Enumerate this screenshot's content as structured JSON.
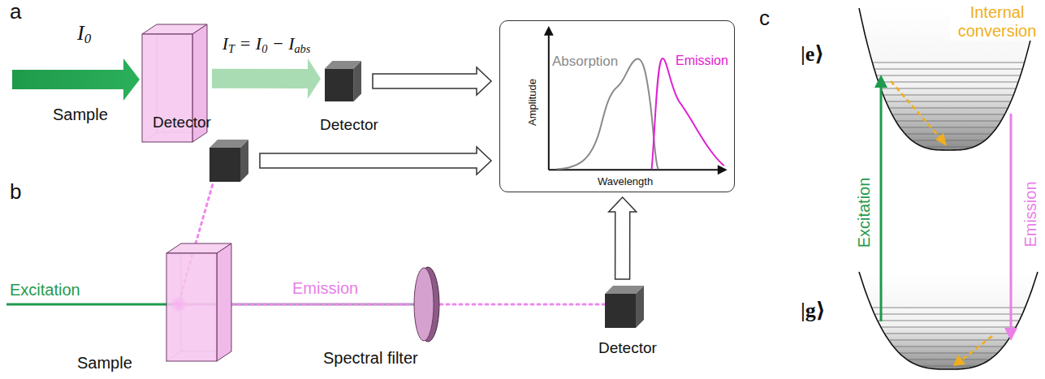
{
  "diagram": {
    "nodes": [
      {
        "text": [
          "Sample"
        ]
      },
      {
        "text": [
          "Detector"
        ]
      },
      {
        "text": [
          "Absorption",
          "Emission",
          "Amplitude",
          "Wavelength"
        ]
      },
      {
        "text": [
          "Detector"
        ]
      },
      {
        "text": [
          "Sample"
        ]
      },
      {
        "text": [
          "Spectral filter"
        ]
      },
      {
        "text": [
          "Detector"
        ]
      }
    ],
    "edges": [
      {
        "from": 0,
        "to": 1,
        "arrow": "to",
        "label": "IT = I0 − Iabs"
      },
      {
        "from": 1,
        "to": 2,
        "arrow": "to"
      },
      {
        "from": 3,
        "to": 2,
        "arrow": "to"
      },
      {
        "from": 4,
        "to": 3,
        "arrow": "none"
      },
      {
        "from": 4,
        "to": 5,
        "arrow": "none"
      },
      {
        "from": 5,
        "to": 6,
        "arrow": "none"
      },
      {
        "from": 6,
        "to": 2,
        "arrow": "to"
      }
    ],
    "labels": [
      "a",
      "I0",
      "b",
      "Excitation",
      "Emission",
      "c",
      "Internal conversion",
      "|e⟩",
      "|g⟩",
      "Excitation",
      "Emission"
    ]
  }
}
